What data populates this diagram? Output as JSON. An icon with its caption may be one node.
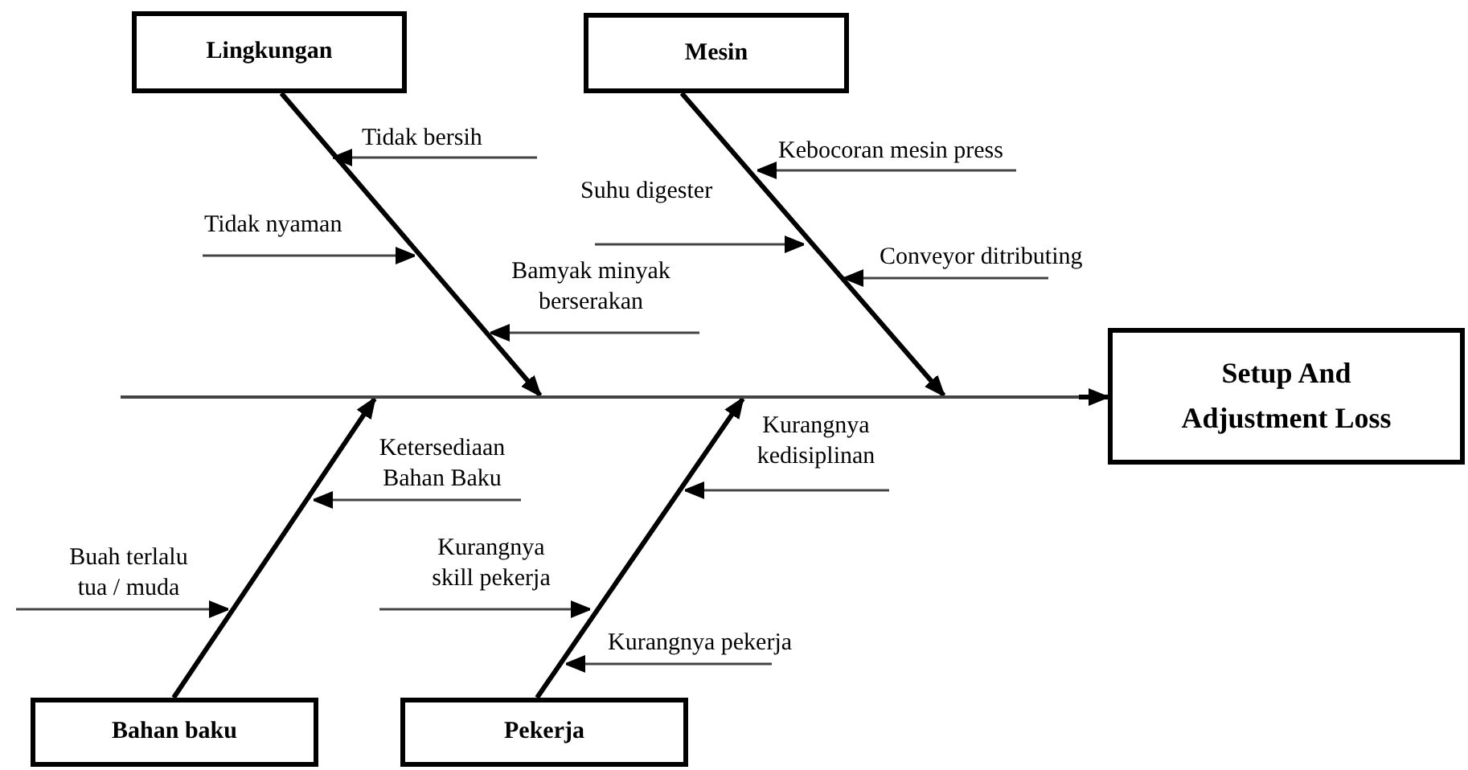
{
  "diagram": {
    "nodes": [
      {
        "text": [
          "Lingkungan"
        ]
      },
      {
        "text": [
          "Mesin"
        ]
      },
      {
        "text": [],
        "shape": "bar"
      },
      {
        "text": [
          "Setup And Adjustment Loss"
        ]
      },
      {
        "text": [
          "Bahan baku"
        ]
      },
      {
        "text": [
          "Pekerja"
        ]
      }
    ],
    "edges": [
      {
        "from": 2,
        "to": 3,
        "arrow": "to"
      },
      {
        "from": 0,
        "to": 2,
        "arrow": "to"
      },
      {
        "from": 1,
        "to": 2,
        "arrow": "to"
      },
      {
        "from": 4,
        "to": 2,
        "arrow": "to"
      },
      {
        "from": 5,
        "to": 2,
        "arrow": "to"
      }
    ],
    "labels": [
      "Tidak bersih",
      "Kebocoran mesin press",
      "Suhu digester",
      "Tidak nyaman",
      "Conveyor ditributing",
      "Bamyak minyak berserakan",
      "Kurangnya kedisiplinan",
      "Ketersediaan Bahan Baku",
      "Buah terlalu tua / muda",
      "Kurangnya skill pekerja",
      "Kurangnya pekerja"
    ]
  }
}
